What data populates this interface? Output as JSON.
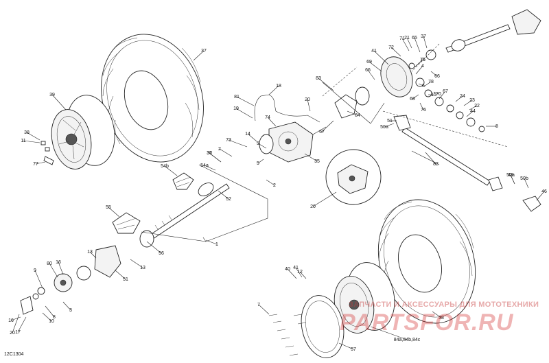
{
  "drawing_code": "12C1304",
  "watermark": {
    "caption": "ЗАПЧАСТИ И АКСЕССУАРЫ ДЛЯ МОТОТЕХНИКИ",
    "logo_text": "PARTSFOR.RU"
  },
  "colors": {
    "line": "#222222",
    "watermark": "#d23c3c"
  },
  "callouts": [
    "1",
    "2",
    "2",
    "3",
    "4",
    "5",
    "5",
    "6",
    "7",
    "8",
    "8",
    "9",
    "10",
    "11",
    "12",
    "13",
    "13",
    "14",
    "15",
    "16",
    "16",
    "17",
    "18",
    "19",
    "20",
    "20",
    "20",
    "21",
    "22",
    "23",
    "24",
    "35",
    "36",
    "37",
    "37",
    "37",
    "38",
    "38",
    "39",
    "40",
    "41",
    "41",
    "44",
    "46",
    "48",
    "50a",
    "50a",
    "50b",
    "51",
    "51",
    "52",
    "54a",
    "54b",
    "55",
    "56",
    "57",
    "65",
    "66",
    "66",
    "67",
    "67",
    "68",
    "69",
    "70",
    "71",
    "72",
    "73",
    "74",
    "75",
    "76",
    "76",
    "77",
    "78",
    "80",
    "81",
    "82",
    "83",
    "84",
    "84a,84b,84c",
    "85"
  ]
}
